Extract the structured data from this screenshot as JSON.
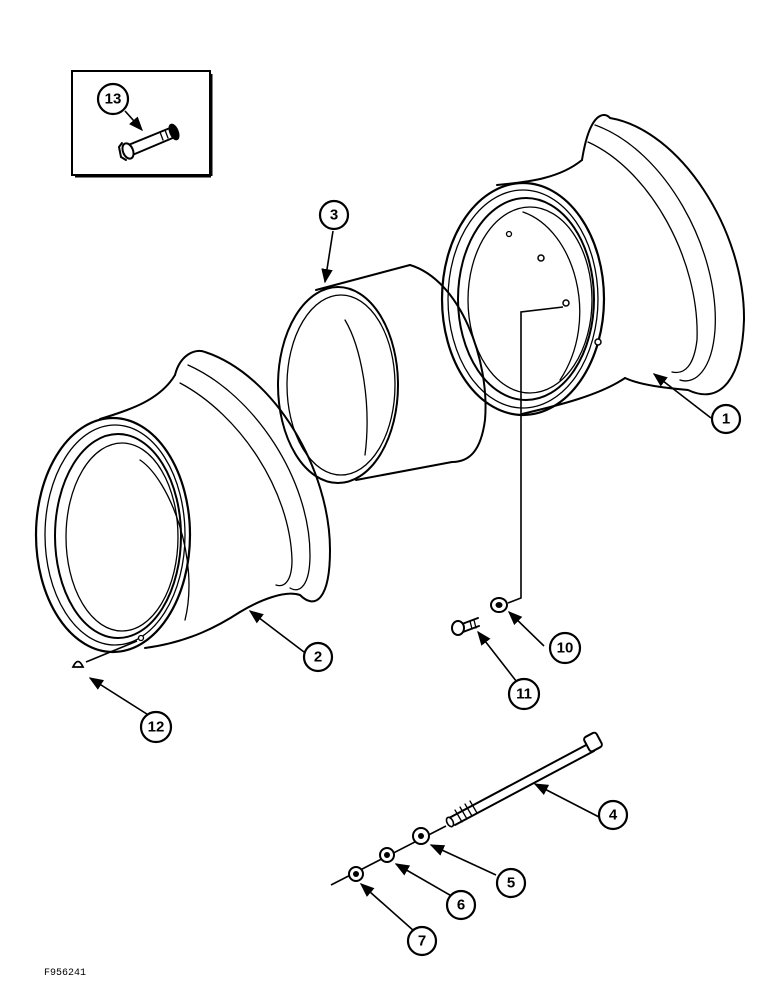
{
  "figure_id": "F956241",
  "callouts": {
    "c1": "1",
    "c2": "2",
    "c3": "3",
    "c4": "4",
    "c5": "5",
    "c6": "6",
    "c7": "7",
    "c10": "10",
    "c11": "11",
    "c12": "12",
    "c13": "13"
  }
}
